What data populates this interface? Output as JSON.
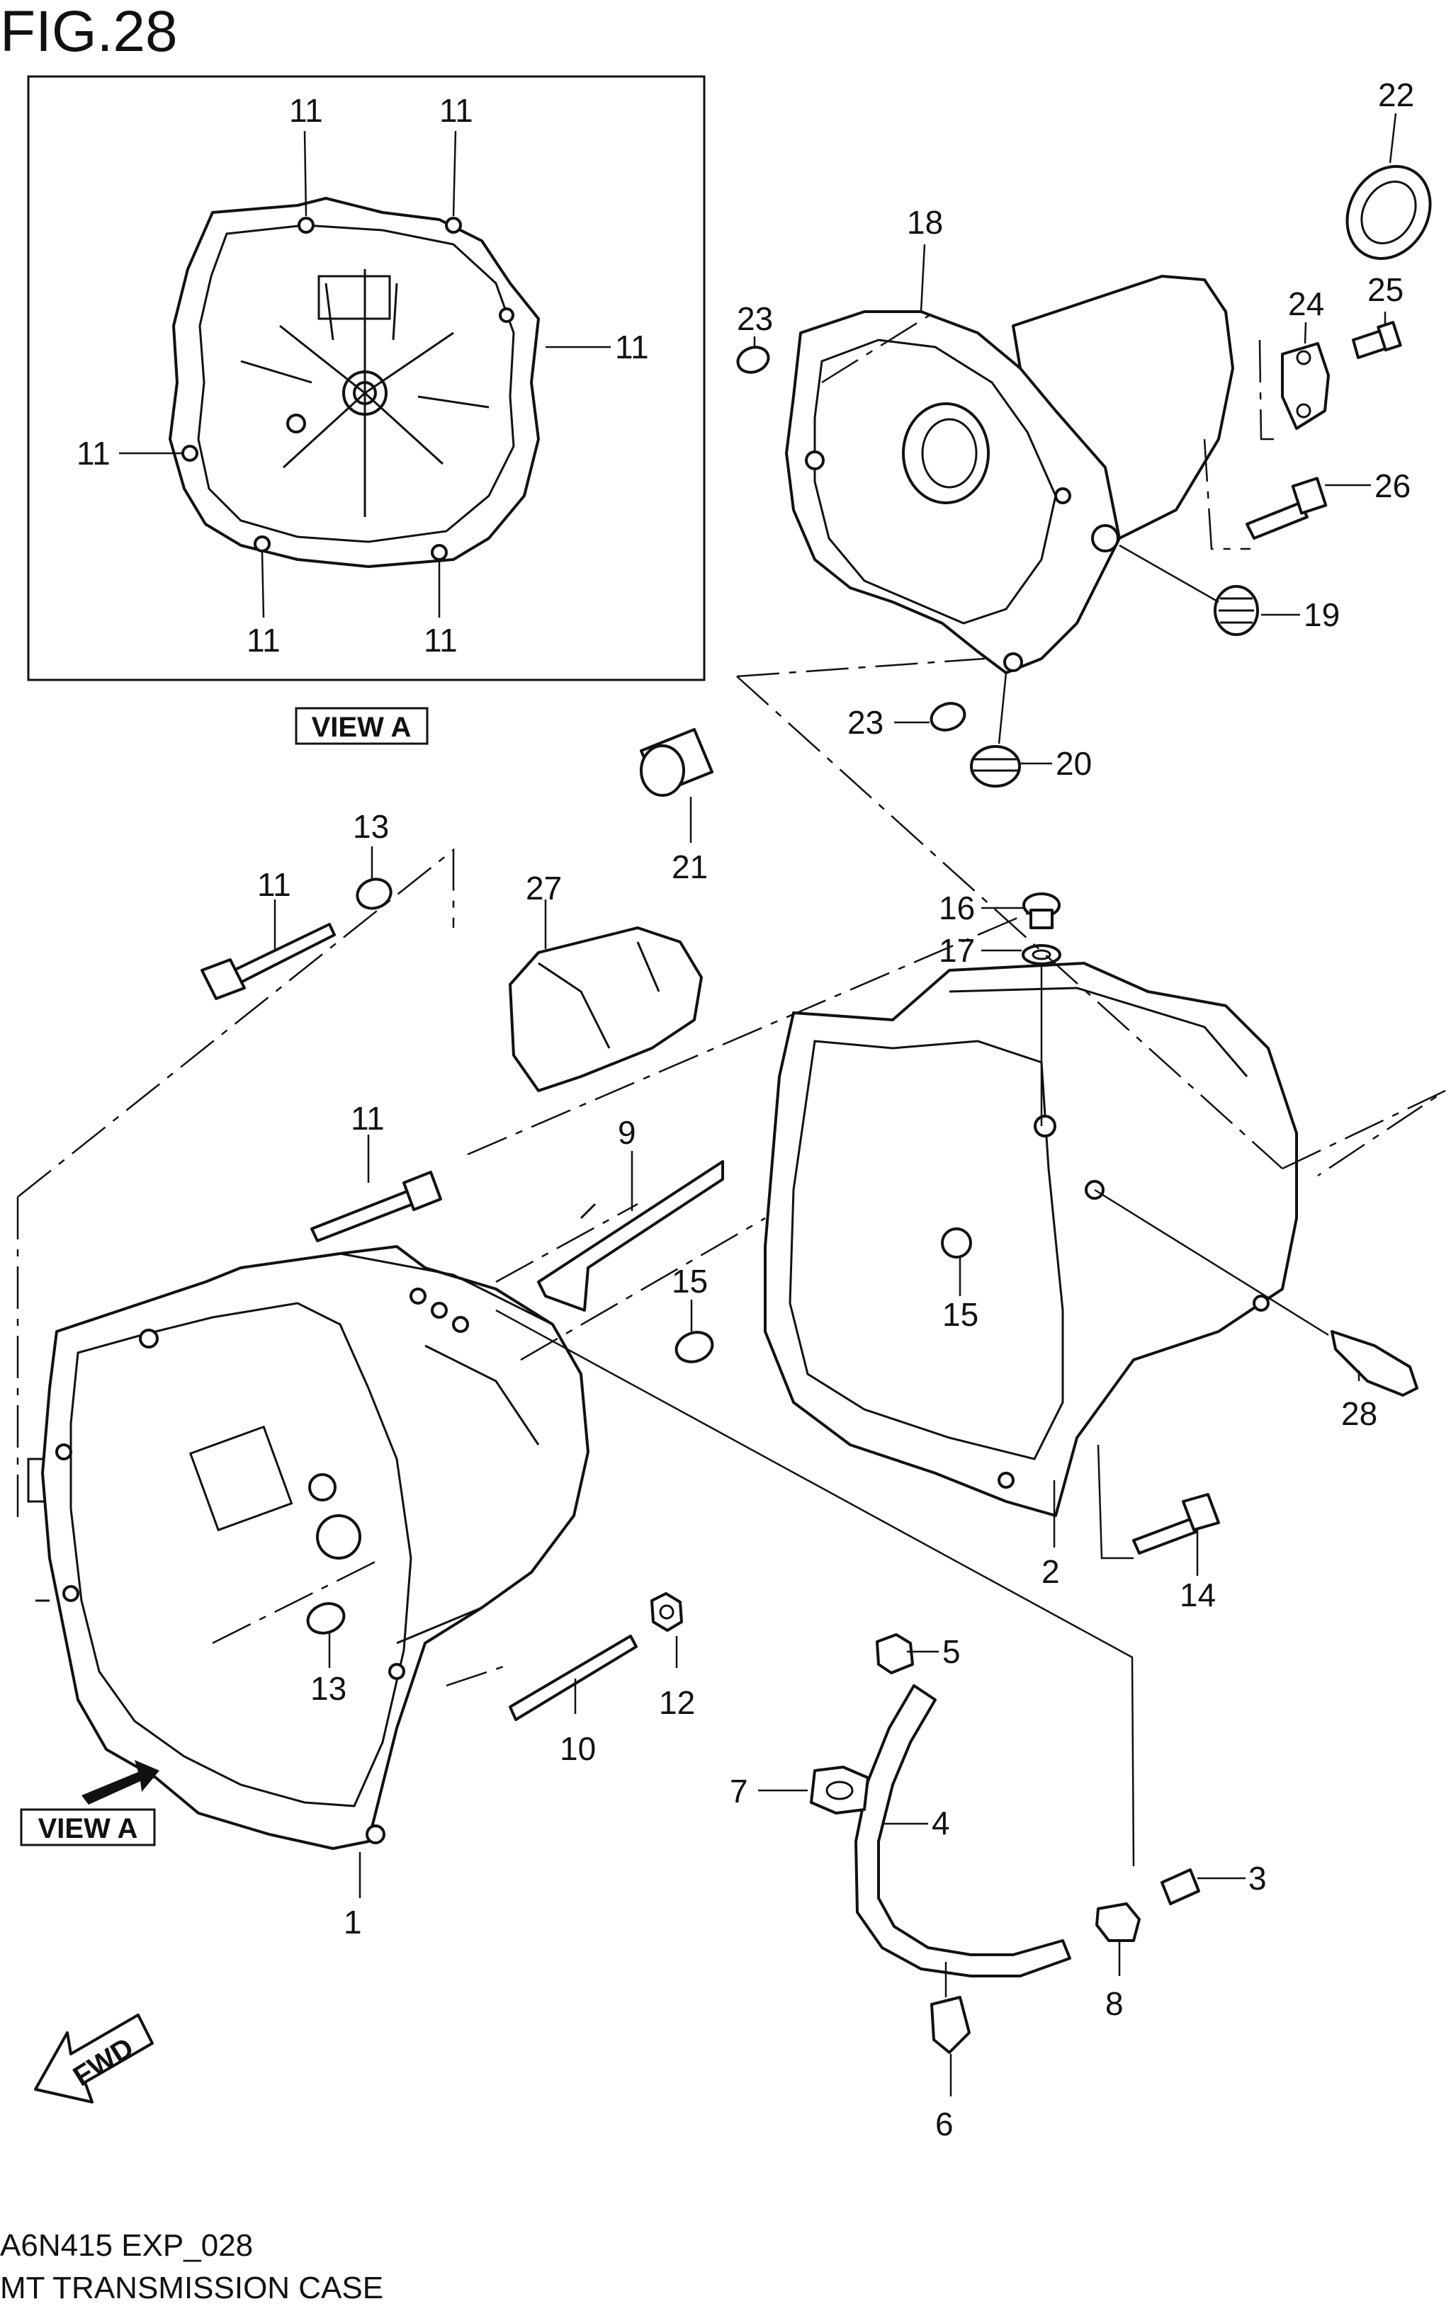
{
  "figure": {
    "title": "FIG.28",
    "code": "A6N415 EXP_028",
    "name": "MT TRANSMISSION CASE"
  },
  "view_labels": {
    "inset": "VIEW A",
    "arrow": "VIEW A",
    "fwd": "FWD"
  },
  "callouts": {
    "inset_11_top_left": "11",
    "inset_11_top_right": "11",
    "inset_11_right": "11",
    "inset_11_left": "11",
    "inset_11_bottom_left": "11",
    "inset_11_bottom_right": "11",
    "p22": "22",
    "p18": "18",
    "p23_top": "23",
    "p24": "24",
    "p25": "25",
    "p26": "26",
    "p19": "19",
    "p23_bottom": "23",
    "p20": "20",
    "p21": "21",
    "p13_top": "13",
    "p11_bolt_upper": "11",
    "p27": "27",
    "p16": "16",
    "p17": "17",
    "p11_bolt_lower": "11",
    "p9": "9",
    "p15_left": "15",
    "p15_right": "15",
    "p28": "28",
    "p2": "2",
    "p14": "14",
    "p13_bottom": "13",
    "p12": "12",
    "p10": "10",
    "p5": "5",
    "p7": "7",
    "p4": "4",
    "p3": "3",
    "p1": "1",
    "p8": "8",
    "p6": "6"
  }
}
